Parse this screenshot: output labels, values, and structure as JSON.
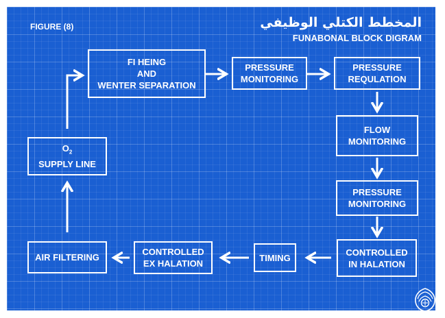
{
  "figure_label": "FIGURE (8)",
  "title_arabic": "المخطط الكتلي الوظيفي",
  "title_english": "FUNABONAL BLOCK DIGRAM",
  "blocks": {
    "filtering": {
      "line1": "FI HEING",
      "line2": "AND",
      "line3": "WENTER SEPARATION"
    },
    "pressure_monitoring_1": {
      "line1": "PRESSURE",
      "line2": "MONITORING"
    },
    "pressure_regulation": {
      "line1": "PRESSURE",
      "line2": "REQULATION"
    },
    "flow_monitoring": {
      "line1": "FLOW",
      "line2": "MONITORING"
    },
    "pressure_monitoring_2": {
      "line1": "PRESSURE",
      "line2": "MONITORING"
    },
    "controlled_inhalation": {
      "line1": "CONTROLLED",
      "line2": "IN HALATION"
    },
    "timing": {
      "line1": "TIMING"
    },
    "controlled_exhalation": {
      "line1": "CONTROLLED",
      "line2": "EX HALATION"
    },
    "air_filtering": {
      "line1": "AIR FILTERING"
    },
    "o2_supply": {
      "o": "O",
      "sub": "2",
      "line2": "SUPPLY LINE"
    }
  },
  "colors": {
    "background": "#1a5fd2",
    "foreground": "#ffffff"
  },
  "icons": {
    "arrow": "white-arrow-icon",
    "logo": "emblem-logo"
  }
}
